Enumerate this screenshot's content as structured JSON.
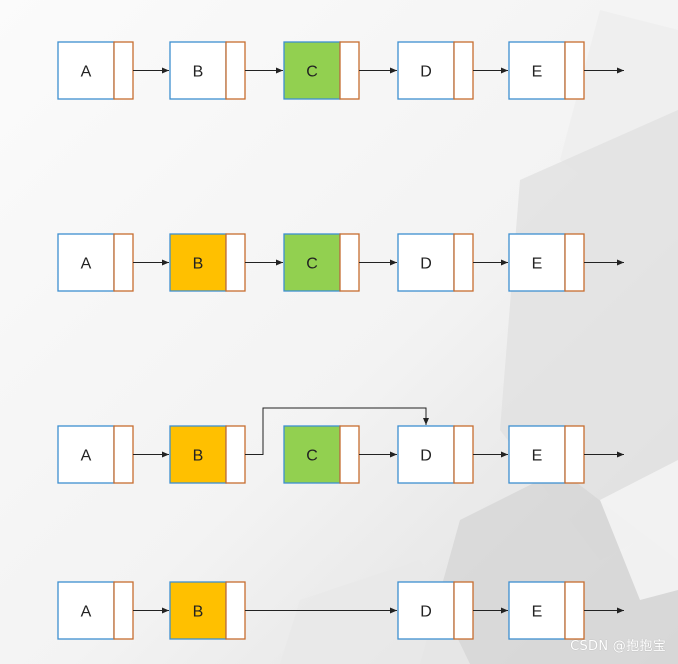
{
  "colors": {
    "data_border": "#3d8fd0",
    "pointer_border": "#c76d2f",
    "highlight_green": "#92d050",
    "highlight_orange": "#ffc000",
    "arrow": "#222222",
    "node_fill": "#ffffff"
  },
  "rows": [
    {
      "nodes": [
        {
          "label": "A",
          "fill": "white"
        },
        {
          "label": "B",
          "fill": "white"
        },
        {
          "label": "C",
          "fill": "green"
        },
        {
          "label": "D",
          "fill": "white"
        },
        {
          "label": "E",
          "fill": "white"
        }
      ],
      "links": [
        [
          "A",
          "B"
        ],
        [
          "B",
          "C"
        ],
        [
          "C",
          "D"
        ],
        [
          "D",
          "E"
        ],
        [
          "E",
          "end"
        ]
      ]
    },
    {
      "nodes": [
        {
          "label": "A",
          "fill": "white"
        },
        {
          "label": "B",
          "fill": "orange"
        },
        {
          "label": "C",
          "fill": "green"
        },
        {
          "label": "D",
          "fill": "white"
        },
        {
          "label": "E",
          "fill": "white"
        }
      ],
      "links": [
        [
          "A",
          "B"
        ],
        [
          "B",
          "C"
        ],
        [
          "C",
          "D"
        ],
        [
          "D",
          "E"
        ],
        [
          "E",
          "end"
        ]
      ]
    },
    {
      "nodes": [
        {
          "label": "A",
          "fill": "white"
        },
        {
          "label": "B",
          "fill": "orange"
        },
        {
          "label": "C",
          "fill": "green"
        },
        {
          "label": "D",
          "fill": "white"
        },
        {
          "label": "E",
          "fill": "white"
        }
      ],
      "links": [
        [
          "A",
          "B"
        ],
        [
          "B",
          "D"
        ],
        [
          "C",
          "D"
        ],
        [
          "D",
          "E"
        ],
        [
          "E",
          "end"
        ]
      ]
    },
    {
      "nodes": [
        {
          "label": "A",
          "fill": "white"
        },
        {
          "label": "B",
          "fill": "orange"
        },
        {
          "label": "D",
          "fill": "white"
        },
        {
          "label": "E",
          "fill": "white"
        }
      ],
      "links": [
        [
          "A",
          "B"
        ],
        [
          "B",
          "D"
        ],
        [
          "D",
          "E"
        ],
        [
          "E",
          "end"
        ]
      ]
    }
  ],
  "watermark": "CSDN @抱抱宝"
}
